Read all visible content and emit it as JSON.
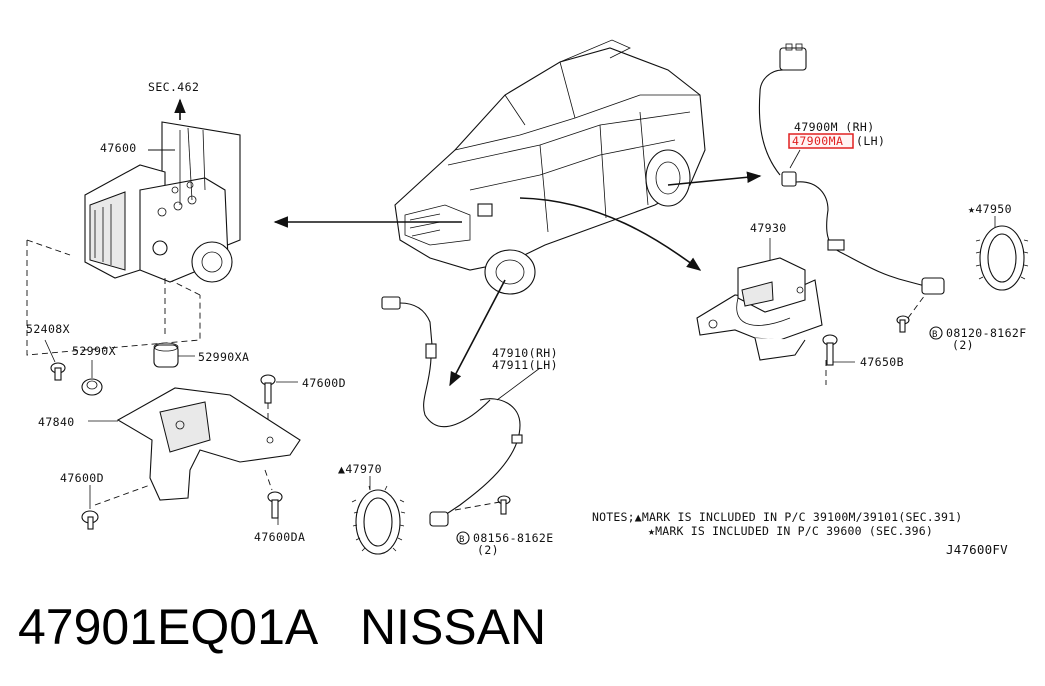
{
  "labels": {
    "sec462": "SEC.462",
    "p47600": "47600",
    "p52408x": "52408X",
    "p52990x": "52990X",
    "p52990xa": "52990XA",
    "p47600d_top": "47600D",
    "p47840": "47840",
    "p47600d_bottom": "47600D",
    "p47600da": "47600DA",
    "p47970": "▲47970",
    "p47910": "47910(RH)",
    "p47911": "47911(LH)",
    "p08156": "08156-8162E",
    "p08156_qty": "(2)",
    "p47930": "47930",
    "p47650b": "47650B",
    "p47900m": "47900M (RH)",
    "p47900ma": "47900MA",
    "p47900ma_side": "(LH)",
    "p47950": "★47950",
    "p08120": "08120-8162F",
    "p08120_qty": "(2)",
    "bolt_mark": "B"
  },
  "highlight_color": "#e02020",
  "notes": {
    "line1": "NOTES;▲MARK IS INCLUDED IN P/C 39100M/39101(SEC.391)",
    "line2": "★MARK IS INCLUDED IN P/C 39600 (SEC.396)",
    "code": "J47600FV"
  },
  "footer": {
    "part_number": "47901EQ01A",
    "brand": "NISSAN"
  }
}
